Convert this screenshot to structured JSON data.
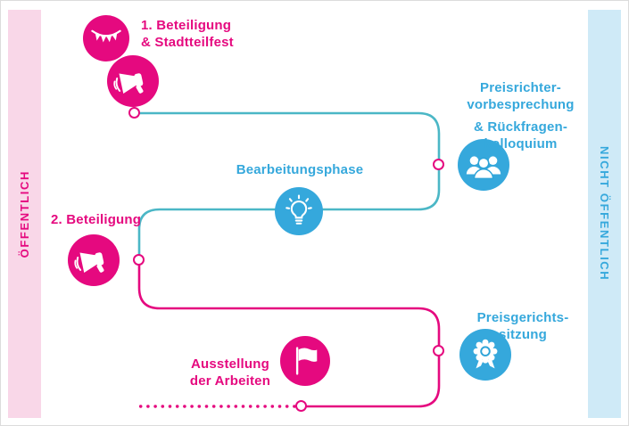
{
  "colors": {
    "pink": "#e5097f",
    "blue": "#35a8dc",
    "teal": "#4bb7c6",
    "pinkband": "#f9d7e8",
    "blueband": "#cfeaf7"
  },
  "bands": {
    "left": {
      "label": "ÖFFENTLICH"
    },
    "right": {
      "label": "NICHT ÖFFENTLICH"
    }
  },
  "steps": {
    "participation1": {
      "line1": "1. Beteiligung",
      "line2": "& Stadtteilfest"
    },
    "jury_briefing": {
      "line1": "Preisrichter-",
      "line2": "vorbesprechung",
      "line3": "& Rückfragen-",
      "line4": "kolloquium"
    },
    "working_phase": {
      "label": "Bearbeitungsphase"
    },
    "participation2": {
      "label": "2. Beteiligung"
    },
    "jury_session": {
      "line1": "Preisgerichts-",
      "line2": "sitzung"
    },
    "exhibition": {
      "line1": "Ausstellung",
      "line2": "der Arbeiten"
    }
  }
}
